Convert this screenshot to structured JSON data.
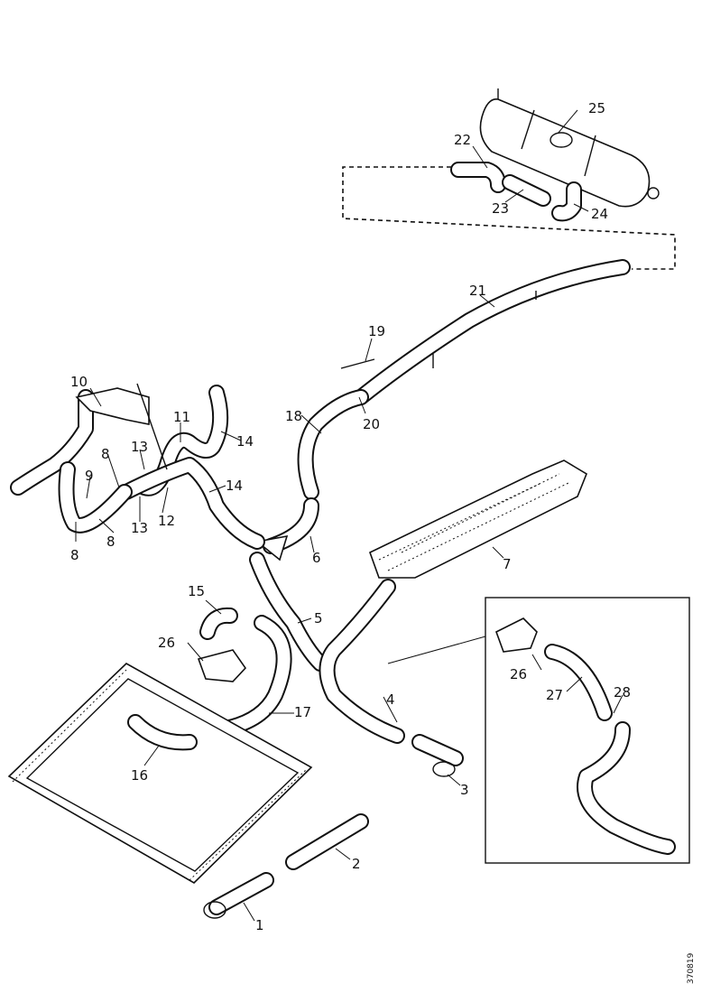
{
  "callouts": {
    "c1": "1",
    "c2": "2",
    "c3": "3",
    "c4": "4",
    "c5": "5",
    "c6": "6",
    "c7": "7",
    "c8a": "8",
    "c8b": "8",
    "c8c": "8",
    "c9": "9",
    "c10": "10",
    "c11": "11",
    "c12": "12",
    "c13a": "13",
    "c13b": "13",
    "c14a": "14",
    "c14b": "14",
    "c15": "15",
    "c16": "16",
    "c17": "17",
    "c18": "18",
    "c19": "19",
    "c20": "20",
    "c21": "21",
    "c22": "22",
    "c23": "23",
    "c24": "24",
    "c25": "25",
    "c26a": "26",
    "c26b": "26",
    "c27": "27",
    "c28": "28"
  },
  "reference_code": "370819"
}
